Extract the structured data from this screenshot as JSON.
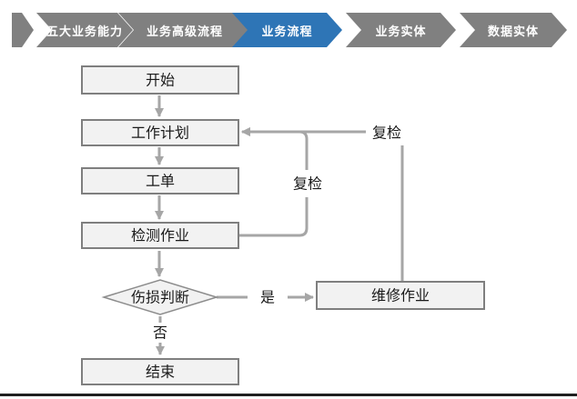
{
  "nav": {
    "items": [
      {
        "label": "五大业务能力",
        "active": false
      },
      {
        "label": "业务高级流程",
        "active": false
      },
      {
        "label": "业务流程",
        "active": true
      },
      {
        "label": "业务实体",
        "active": false
      },
      {
        "label": "数据实体",
        "active": false
      }
    ]
  },
  "flowchart": {
    "nodes": {
      "start": "开始",
      "plan": "工作计划",
      "order": "工单",
      "inspect": "检测作业",
      "decision": "伤损判断",
      "repair": "维修作业",
      "end": "结束"
    },
    "edge_labels": {
      "yes": "是",
      "no": "否",
      "recheck_inner": "复检",
      "recheck_outer": "复检"
    }
  },
  "colors": {
    "nav_gray": "#808080",
    "nav_active_blue": "#2E75B6",
    "node_fill": "#F2F2F2",
    "node_border": "#7F7F7F",
    "connector": "#A6A6A6",
    "text": "#1A1A1A",
    "bottom_rule": "#1F1F1F"
  }
}
